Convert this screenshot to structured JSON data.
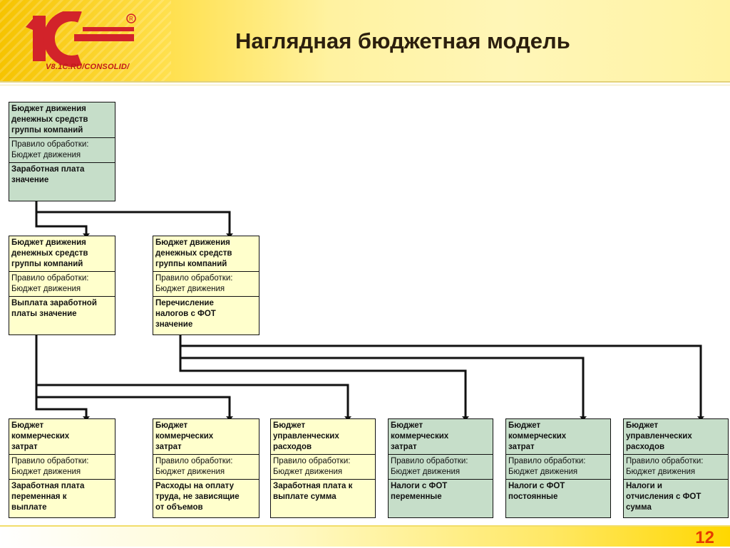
{
  "header": {
    "title": "Наглядная бюджетная модель",
    "logo_text": "1С",
    "logo_url": "V8.1C.RU/CONSOLID/"
  },
  "colors": {
    "logo_red": "#d2232a",
    "title": "#2b1f0e",
    "box_yellow": "#ffffcc",
    "box_green": "#c6dec9",
    "page_number": "#e53c00"
  },
  "diagram": {
    "boxes": [
      {
        "id": "top",
        "color": "green",
        "title": "Бюджет движения\nденежных средств\nгруппы компаний",
        "rule": "Правило обработки:\nБюджет движения",
        "item": "Заработная плата\nзначение"
      },
      {
        "id": "mid1",
        "color": "yellow",
        "title": "Бюджет движения\nденежных средств\nгруппы компаний",
        "rule": "Правило обработки:\nБюджет движения",
        "item": "Выплата заработной\nплаты значение"
      },
      {
        "id": "mid2",
        "color": "yellow",
        "title": "Бюджет движения\nденежных средств\nгруппы компаний",
        "rule": "Правило обработки:\nБюджет движения",
        "item": "Перечисление\nналогов с ФОТ\nзначение"
      },
      {
        "id": "b1",
        "color": "yellow",
        "title": "Бюджет\nкоммерческих\nзатрат",
        "rule": "Правило обработки:\nБюджет движения",
        "item": "Заработная плата\nпеременная к\nвыплате"
      },
      {
        "id": "b2",
        "color": "yellow",
        "title": "Бюджет\nкоммерческих\nзатрат",
        "rule": "Правило обработки:\nБюджет движения",
        "item": "Расходы на оплату\nтруда, не зависящие\nот объемов"
      },
      {
        "id": "b3",
        "color": "yellow",
        "title": "Бюджет\nуправленческих\nрасходов",
        "rule": "Правило обработки:\nБюджет движения",
        "item": "Заработная плата к\nвыплате сумма"
      },
      {
        "id": "b4",
        "color": "green",
        "title": "Бюджет\nкоммерческих\nзатрат",
        "rule": "Правило обработки:\nБюджет движения",
        "item": "Налоги с ФОТ\nпеременные"
      },
      {
        "id": "b5",
        "color": "green",
        "title": "Бюджет\nкоммерческих\nзатрат",
        "rule": "Правило обработки:\nБюджет движения",
        "item": "Налоги с ФОТ\nпостоянные"
      },
      {
        "id": "b6",
        "color": "green",
        "title": "Бюджет\nуправленческих\nрасходов",
        "rule": "Правило обработки:\nБюджет движения",
        "item": "Налоги и\nотчисления с ФОТ\nсумма"
      }
    ],
    "links": [
      {
        "from": "top",
        "to": "mid1"
      },
      {
        "from": "top",
        "to": "mid2"
      },
      {
        "from": "mid1",
        "to": "b1"
      },
      {
        "from": "mid1",
        "to": "b2"
      },
      {
        "from": "mid1",
        "to": "b3"
      },
      {
        "from": "mid2",
        "to": "b4"
      },
      {
        "from": "mid2",
        "to": "b5"
      },
      {
        "from": "mid2",
        "to": "b6"
      }
    ]
  },
  "footer": {
    "page_number": "12"
  }
}
